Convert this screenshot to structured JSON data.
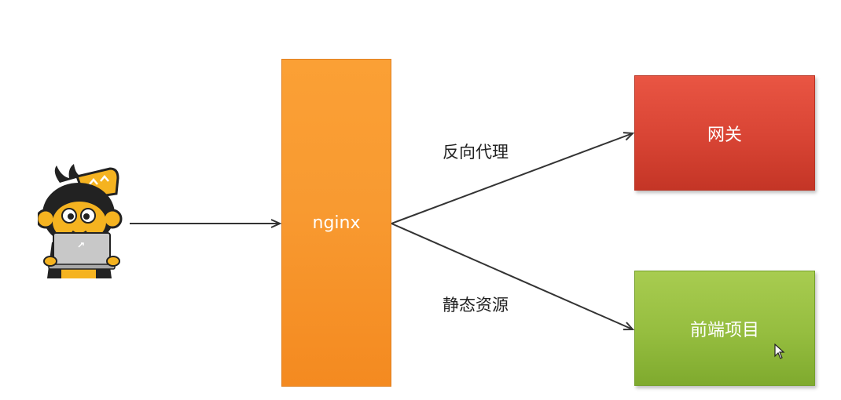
{
  "nodes": {
    "nginx": {
      "label": "nginx"
    },
    "gateway": {
      "label": "网关"
    },
    "frontend": {
      "label": "前端项目"
    }
  },
  "edges": {
    "reverse_proxy": {
      "label": "反向代理"
    },
    "static_resources": {
      "label": "静态资源"
    }
  },
  "colors": {
    "nginx": "#f89a31",
    "gateway": "#d84434",
    "frontend": "#95bd3f",
    "arrow": "#333333"
  },
  "icons": {
    "user": "monkey-mascot-with-laptop",
    "cursor": "mouse-pointer"
  }
}
